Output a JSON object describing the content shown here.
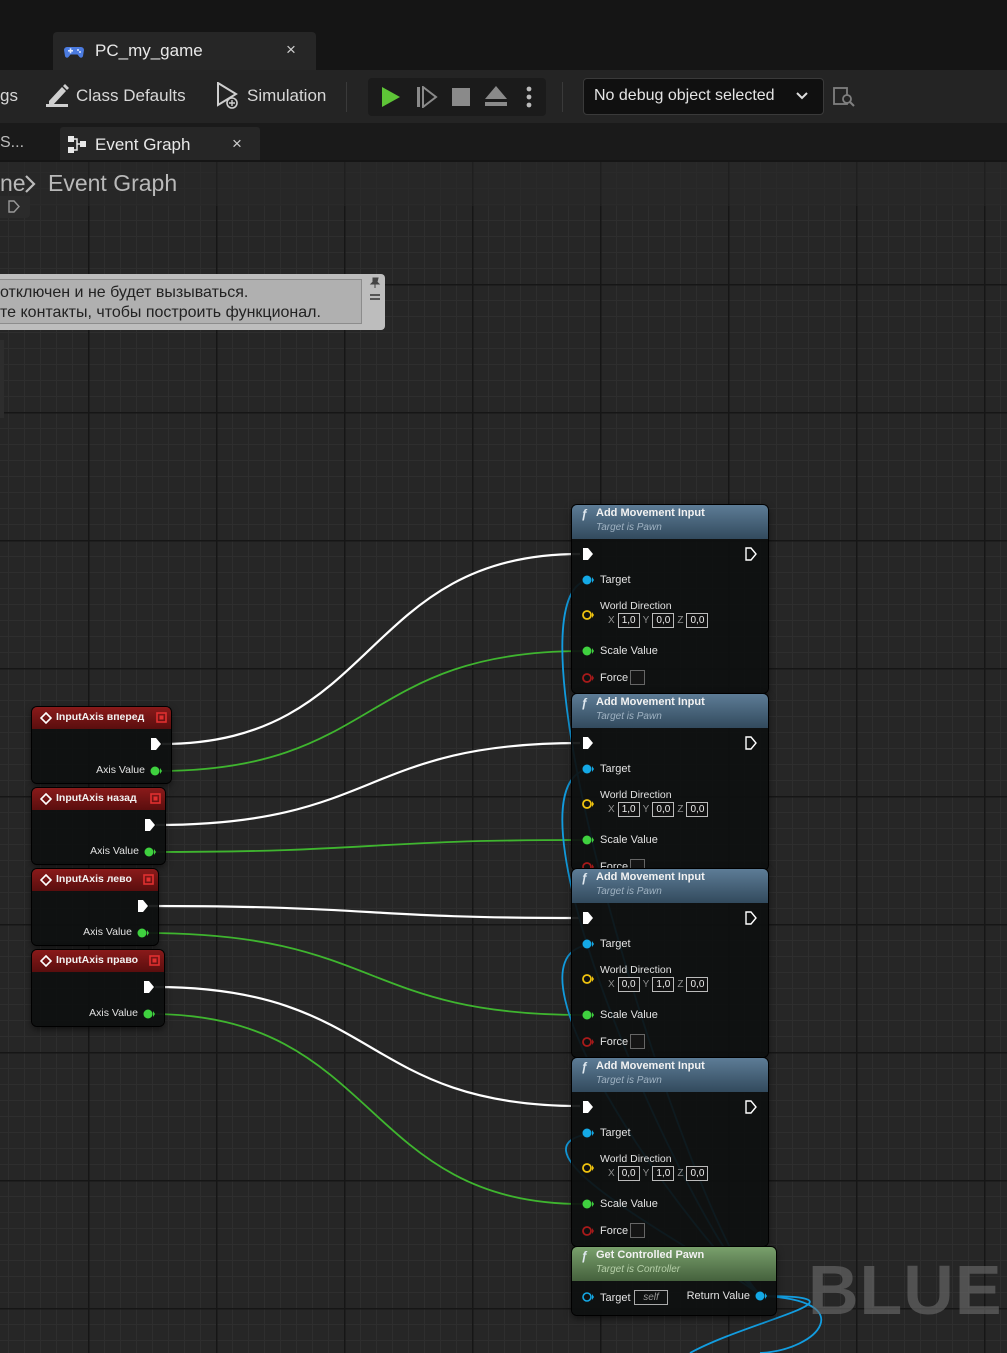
{
  "doc_tab": {
    "title": "PC_my_game",
    "close": "×"
  },
  "toolbar": {
    "partial_left": "gs",
    "class_defaults": "Class Defaults",
    "simulation": "Simulation",
    "debug_select": "No debug object selected"
  },
  "graph_tabs": {
    "partial_left": "S...",
    "active": "Event Graph",
    "close": "×"
  },
  "breadcrumb": {
    "partial": "ne",
    "current": "Event Graph"
  },
  "comment": {
    "line1": "отключен и не будет вызываться.",
    "line2": "те контакты, чтобы построить функционал."
  },
  "input_nodes": [
    {
      "title": "InputAxis вперед",
      "axis_label": "Axis Value"
    },
    {
      "title": "InputAxis назад",
      "axis_label": "Axis Value"
    },
    {
      "title": "InputAxis лево",
      "axis_label": "Axis Value"
    },
    {
      "title": "InputAxis право",
      "axis_label": "Axis Value"
    }
  ],
  "movement_nodes": [
    {
      "title": "Add Movement Input",
      "subtitle": "Target is Pawn",
      "target": "Target",
      "world_dir": "World Direction",
      "x": "1,0",
      "y": "0,0",
      "z": "0,0",
      "scale": "Scale Value",
      "force": "Force"
    },
    {
      "title": "Add Movement Input",
      "subtitle": "Target is Pawn",
      "target": "Target",
      "world_dir": "World Direction",
      "x": "1,0",
      "y": "0,0",
      "z": "0,0",
      "scale": "Scale Value",
      "force": "Force"
    },
    {
      "title": "Add Movement Input",
      "subtitle": "Target is Pawn",
      "target": "Target",
      "world_dir": "World Direction",
      "x": "0,0",
      "y": "1,0",
      "z": "0,0",
      "scale": "Scale Value",
      "force": "Force"
    },
    {
      "title": "Add Movement Input",
      "subtitle": "Target is Pawn",
      "target": "Target",
      "world_dir": "World Direction",
      "x": "0,0",
      "y": "1,0",
      "z": "0,0",
      "scale": "Scale Value",
      "force": "Force"
    }
  ],
  "pawn_node": {
    "title": "Get Controlled Pawn",
    "subtitle": "Target is Controller",
    "target": "Target",
    "self": "self",
    "return": "Return Value"
  },
  "axis_letters": {
    "x": "X",
    "y": "Y",
    "z": "Z"
  },
  "watermark": "BLUEP",
  "colors": {
    "exec": "#ffffff",
    "float": "#3fd13f",
    "object": "#14a9e6",
    "vector": "#f0c30f",
    "bool": "#a81a1a"
  }
}
